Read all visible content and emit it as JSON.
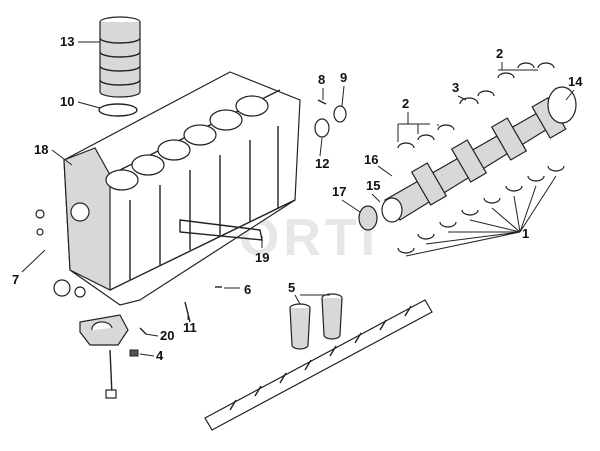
{
  "watermark": "DEPORTI",
  "callouts": [
    {
      "id": "13",
      "label": "13"
    },
    {
      "id": "10",
      "label": "10"
    },
    {
      "id": "18",
      "label": "18"
    },
    {
      "id": "7",
      "label": "7"
    },
    {
      "id": "8",
      "label": "8"
    },
    {
      "id": "9",
      "label": "9"
    },
    {
      "id": "12",
      "label": "12"
    },
    {
      "id": "19",
      "label": "19"
    },
    {
      "id": "6",
      "label": "6"
    },
    {
      "id": "11",
      "label": "11"
    },
    {
      "id": "20",
      "label": "20"
    },
    {
      "id": "4",
      "label": "4"
    },
    {
      "id": "5",
      "label": "5"
    },
    {
      "id": "2a",
      "label": "2"
    },
    {
      "id": "2b",
      "label": "2"
    },
    {
      "id": "3",
      "label": "3"
    },
    {
      "id": "14",
      "label": "14"
    },
    {
      "id": "16",
      "label": "16"
    },
    {
      "id": "17",
      "label": "17"
    },
    {
      "id": "15",
      "label": "15"
    },
    {
      "id": "1",
      "label": "1"
    }
  ]
}
